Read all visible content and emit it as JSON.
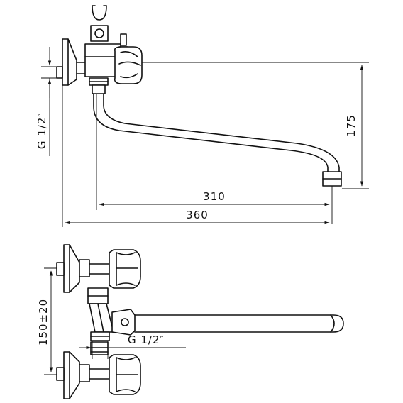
{
  "dimensions": {
    "spout_reach": "310",
    "overall_width": "360",
    "height": "175",
    "thread_top": "G 1/2″",
    "center_distance": "150±20",
    "thread_bottom": "G 1/2″"
  },
  "colors": {
    "line": "#111111",
    "background": "#ffffff"
  }
}
